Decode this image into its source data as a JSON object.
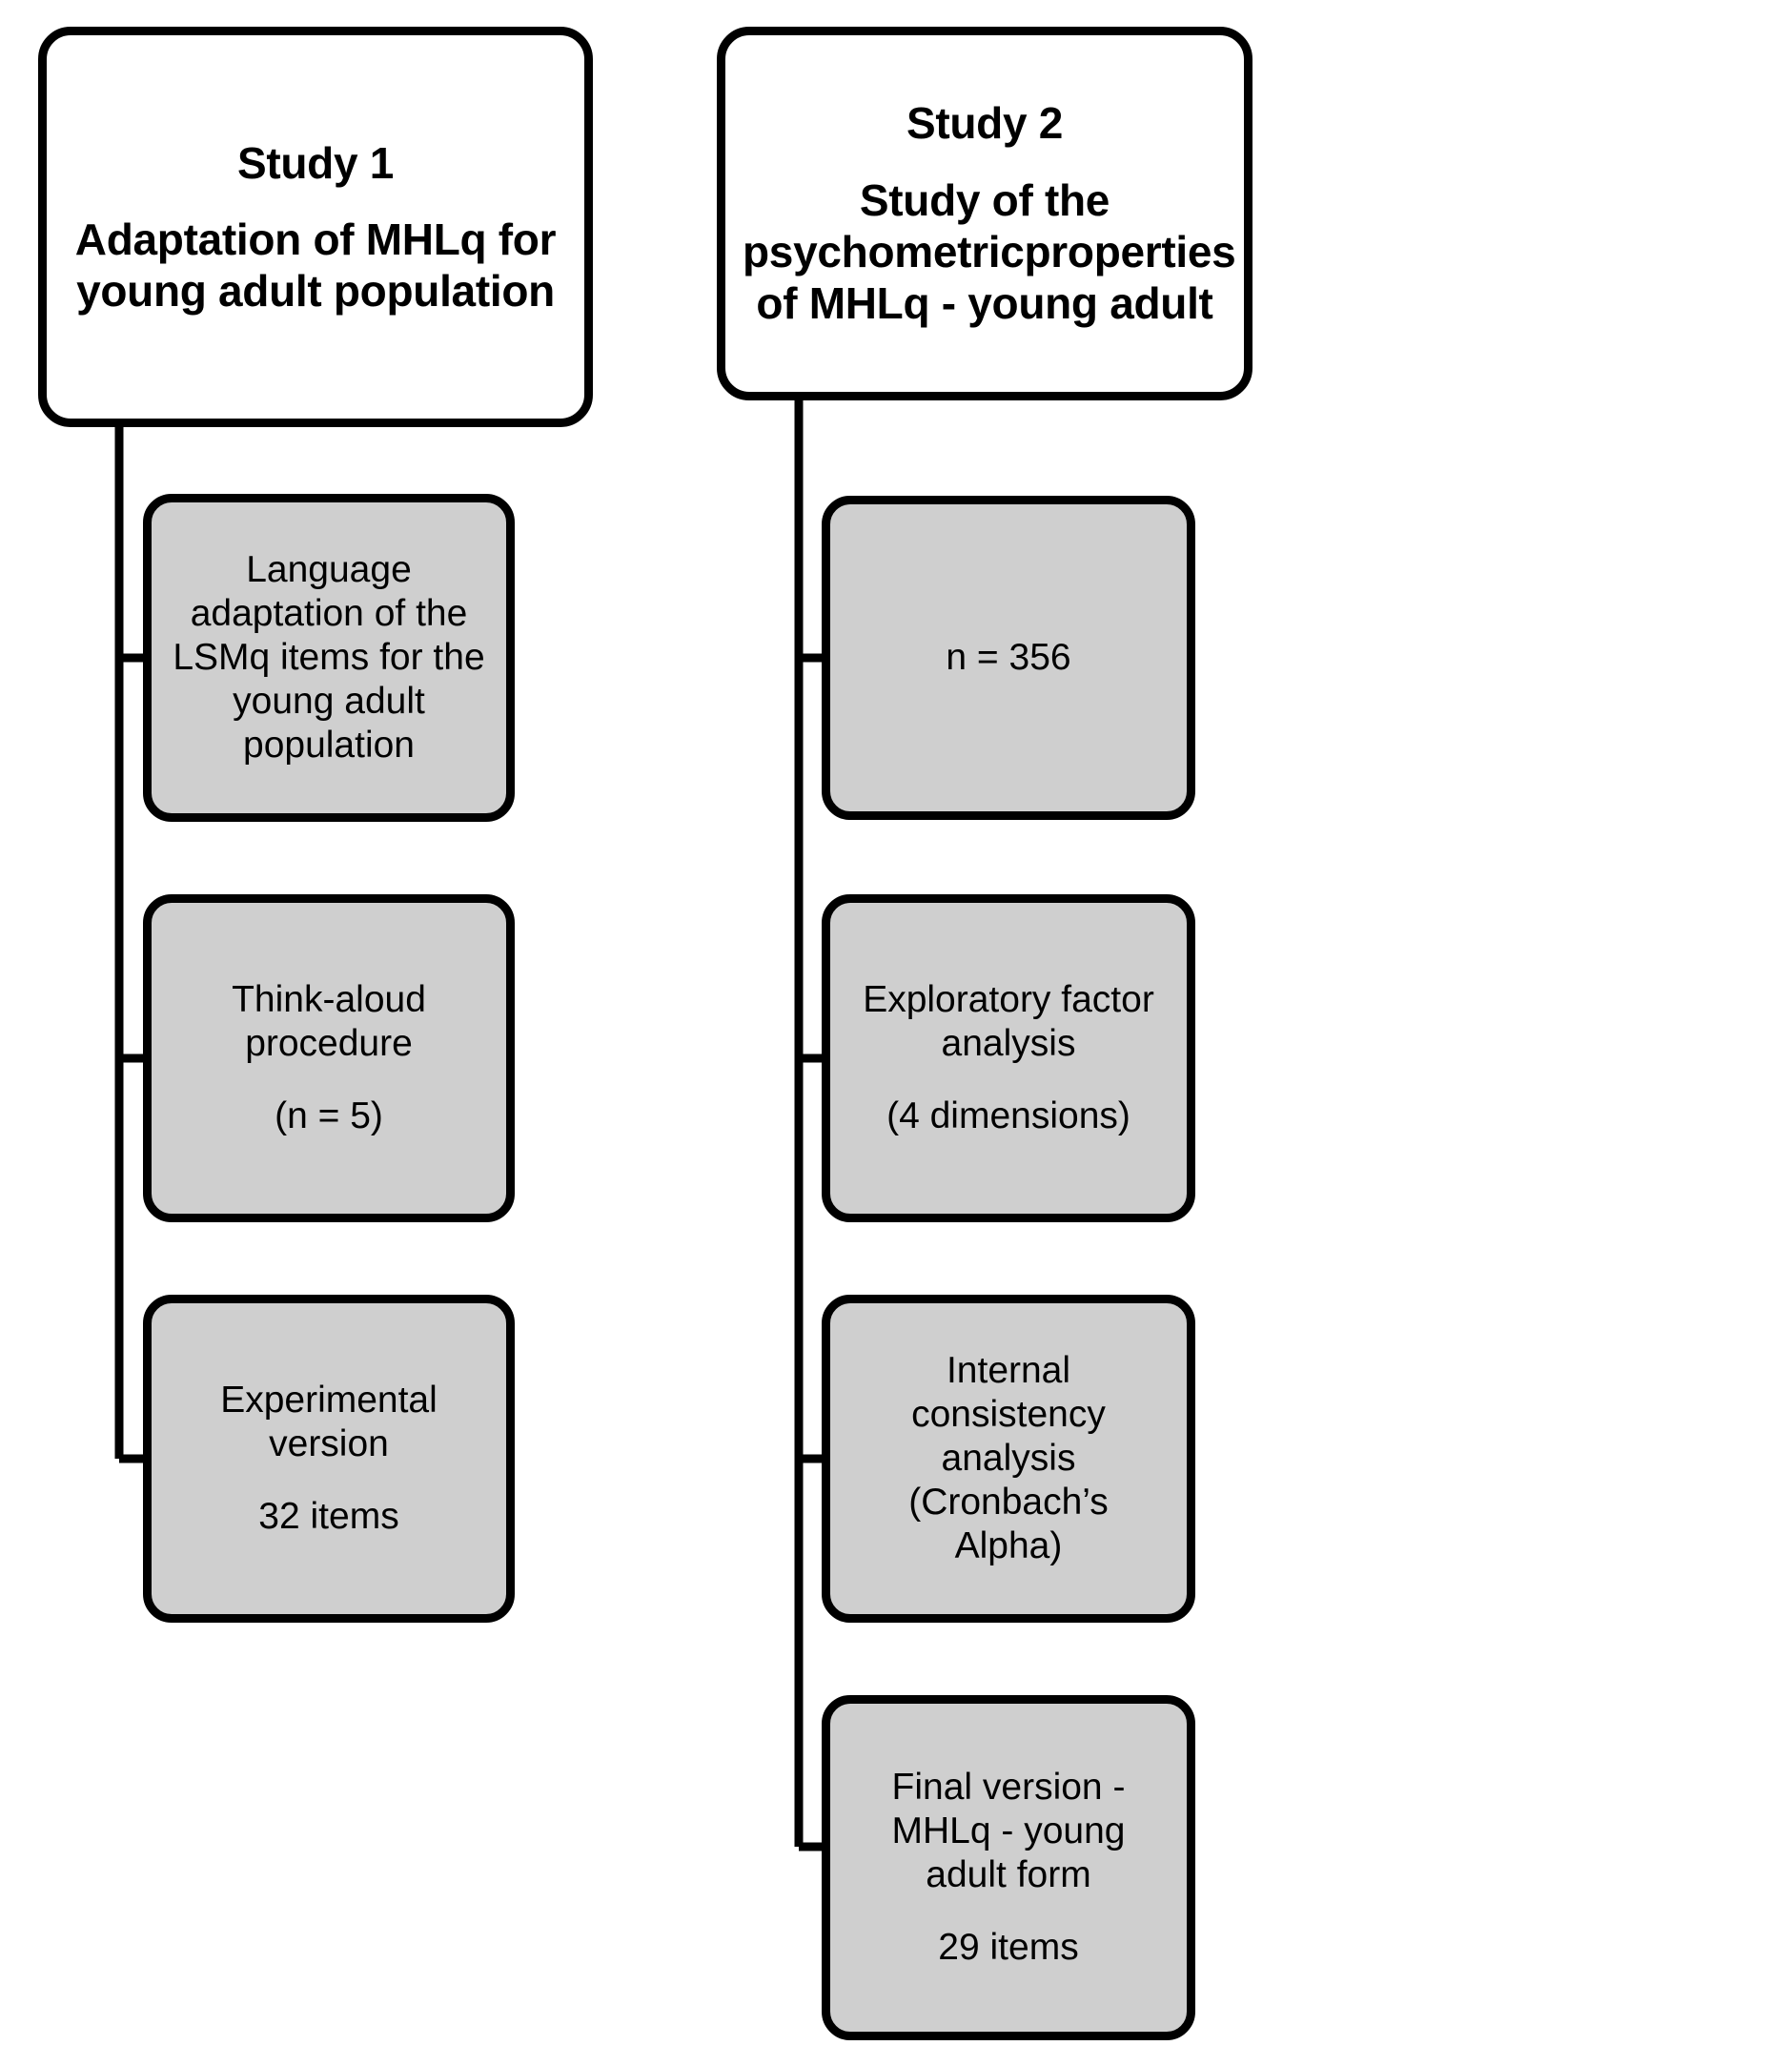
{
  "diagram": {
    "type": "flowchart",
    "orientation": "two-column-vertical",
    "colors": {
      "header_fill": "#ffffff",
      "step_fill": "#cfcfcf",
      "stroke": "#000000",
      "text": "#000000"
    },
    "columns": [
      {
        "id": "study1",
        "header": {
          "title": "Study 1",
          "subtitle": "Adaptation of MHLq for young adult population"
        },
        "steps": [
          {
            "id": "s1-box1",
            "lines": [
              "Language adaptation of the LSMq items for the young adult population"
            ]
          },
          {
            "id": "s1-box2",
            "lines": [
              "Think-aloud procedure",
              "(n = 5)"
            ]
          },
          {
            "id": "s1-box3",
            "lines": [
              "Experimental version",
              "32 items"
            ]
          }
        ]
      },
      {
        "id": "study2",
        "header": {
          "title": "Study 2",
          "subtitle": "Study of the psychometricproperties of MHLq - young adult"
        },
        "steps": [
          {
            "id": "s2-box1",
            "lines": [
              "n = 356"
            ]
          },
          {
            "id": "s2-box2",
            "lines": [
              "Exploratory factor analysis",
              "(4 dimensions)"
            ]
          },
          {
            "id": "s2-box3",
            "lines": [
              "Internal consistency analysis (Cronbach’s Alpha)"
            ]
          },
          {
            "id": "s2-box4",
            "lines": [
              "Final version - MHLq - young adult form",
              "29 items"
            ]
          }
        ]
      }
    ]
  }
}
